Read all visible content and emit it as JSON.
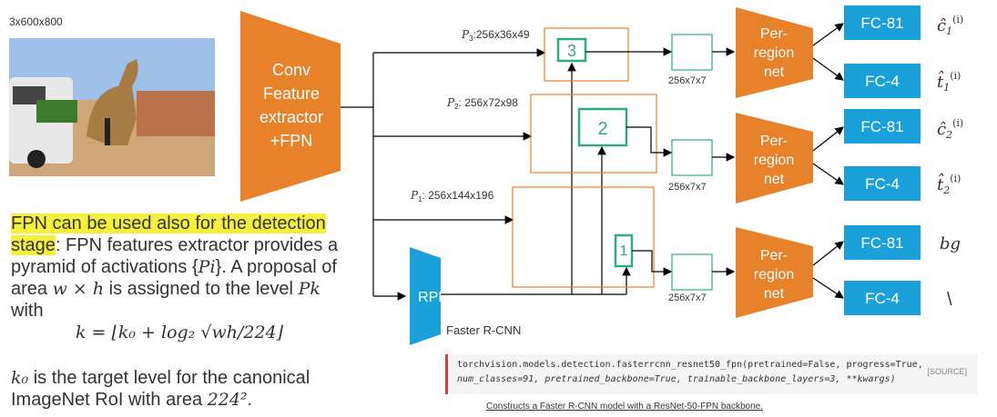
{
  "image_size_label": "3x600x800",
  "conv_block": {
    "line1": "Conv",
    "line2": "Feature",
    "line3": "extractor",
    "line4": "+FPN"
  },
  "rpn_label": "RPN",
  "faster_rcnn_label": "Faster R-CNN",
  "levels": [
    {
      "name": "P3",
      "label": ":256x36x49",
      "number": "3",
      "pooled": "256x7x7",
      "head": [
        "Per-",
        "region",
        "net"
      ],
      "fc_cls": "FC-81",
      "fc_box": "FC-4",
      "out_cls": "ĉ",
      "out_cls_sub": "1",
      "out_box": "t̂",
      "out_box_sub": "1",
      "sup": "(i)"
    },
    {
      "name": "P2",
      "label": ": 256x72x98",
      "number": "2",
      "pooled": "256x7x7",
      "head": [
        "Per-",
        "region",
        "net"
      ],
      "fc_cls": "FC-81",
      "fc_box": "FC-4",
      "out_cls": "ĉ",
      "out_cls_sub": "2",
      "out_box": "t̂",
      "out_box_sub": "2",
      "sup": "(i)"
    },
    {
      "name": "P1",
      "label": ": 256x144x196",
      "number": "1",
      "pooled": "256x7x7",
      "head": [
        "Per-",
        "region",
        "net"
      ],
      "fc_cls": "FC-81",
      "fc_box": "FC-4",
      "out_cls": "bg",
      "out_box": "\\"
    }
  ],
  "text": {
    "highlight1": "FPN can be used also for the detection",
    "highlight2": "stage",
    "rest1": ": FPN features extractor provides a pyramid of activations {",
    "pi": "Pi",
    "rest2": "}. A proposal of area ",
    "area": "w × h",
    "rest3": " is assigned to the level ",
    "pk": "Pk",
    "rest4": " with",
    "formula": "k = ⌊k₀ + log₂ √wh/224⌋",
    "k0": "k₀",
    "para2": " is the target level for the canonical ImageNet RoI with area ",
    "area2": "224²",
    "period": "."
  },
  "code": {
    "line1": "torchvision.models.detection.fasterrcnn_resnet50_fpn(pretrained=False, progress=True,",
    "line2": "num_classes=91, pretrained_backbone=True, trainable_backbone_layers=3, **kwargs)",
    "source": "[SOURCE]"
  },
  "caption": "Constructs a Faster R-CNN model with a ResNet-50-FPN backbone.",
  "colors": {
    "orange": "#e8822a",
    "blue": "#1ba1d9",
    "green": "#2eaa88",
    "arrow": "#000000"
  }
}
